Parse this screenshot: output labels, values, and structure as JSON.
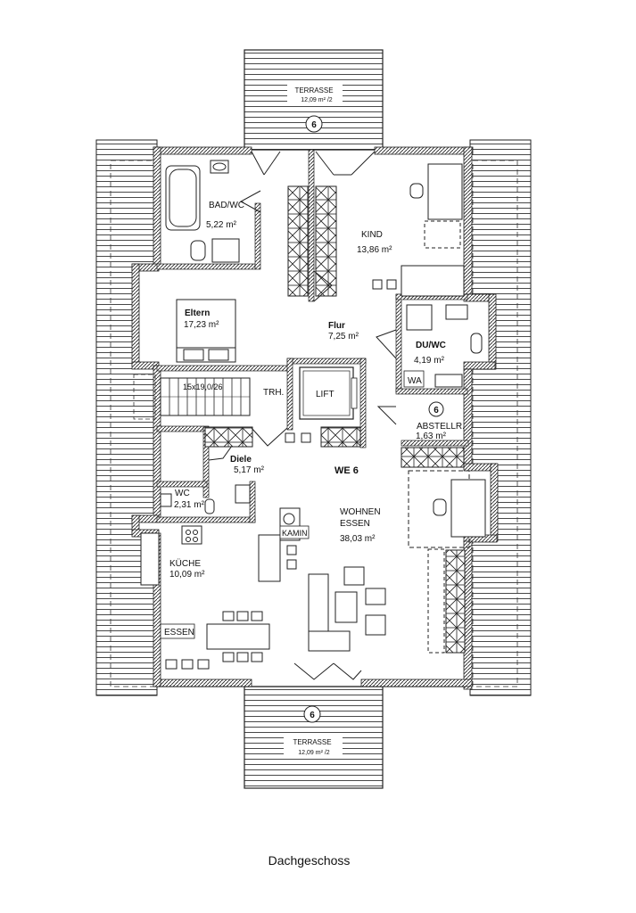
{
  "plan": {
    "caption": "Dachgeschoss",
    "unit_label": "WE 6",
    "terrace_top": {
      "name": "TERRASSE",
      "area": "12,09 m² /2",
      "marker": "6"
    },
    "terrace_bottom": {
      "name": "TERRASSE",
      "area": "12,09 m² /2",
      "marker": "6"
    },
    "abstell_marker": "6",
    "stair": {
      "label": "15x19,0/26"
    },
    "rooms": {
      "bad": {
        "name": "BAD/WC",
        "area": "5,22 m²"
      },
      "kind": {
        "name": "KIND",
        "area": "13,86 m²"
      },
      "eltern": {
        "name": "Eltern",
        "area": "17,23 m²"
      },
      "flur": {
        "name": "Flur",
        "area": "7,25 m²"
      },
      "duwc": {
        "name": "DU/WC",
        "area": "4,19 m²"
      },
      "wa": {
        "name": "WA"
      },
      "trh": {
        "name": "TRH."
      },
      "lift": {
        "name": "LIFT"
      },
      "abstell": {
        "name": "ABSTELLR.",
        "area": "1,63 m²"
      },
      "diele": {
        "name": "Diele",
        "area": "5,17 m²"
      },
      "wc": {
        "name": "WC",
        "area": "2,31 m²"
      },
      "wohnen": {
        "name": "WOHNEN",
        "name2": "ESSEN",
        "area": "38,03 m²"
      },
      "kamin": {
        "name": "KAMIN"
      },
      "kuche": {
        "name": "KÜCHE",
        "area": "10,09 m²"
      },
      "essen": {
        "name": "ESSEN"
      }
    }
  }
}
